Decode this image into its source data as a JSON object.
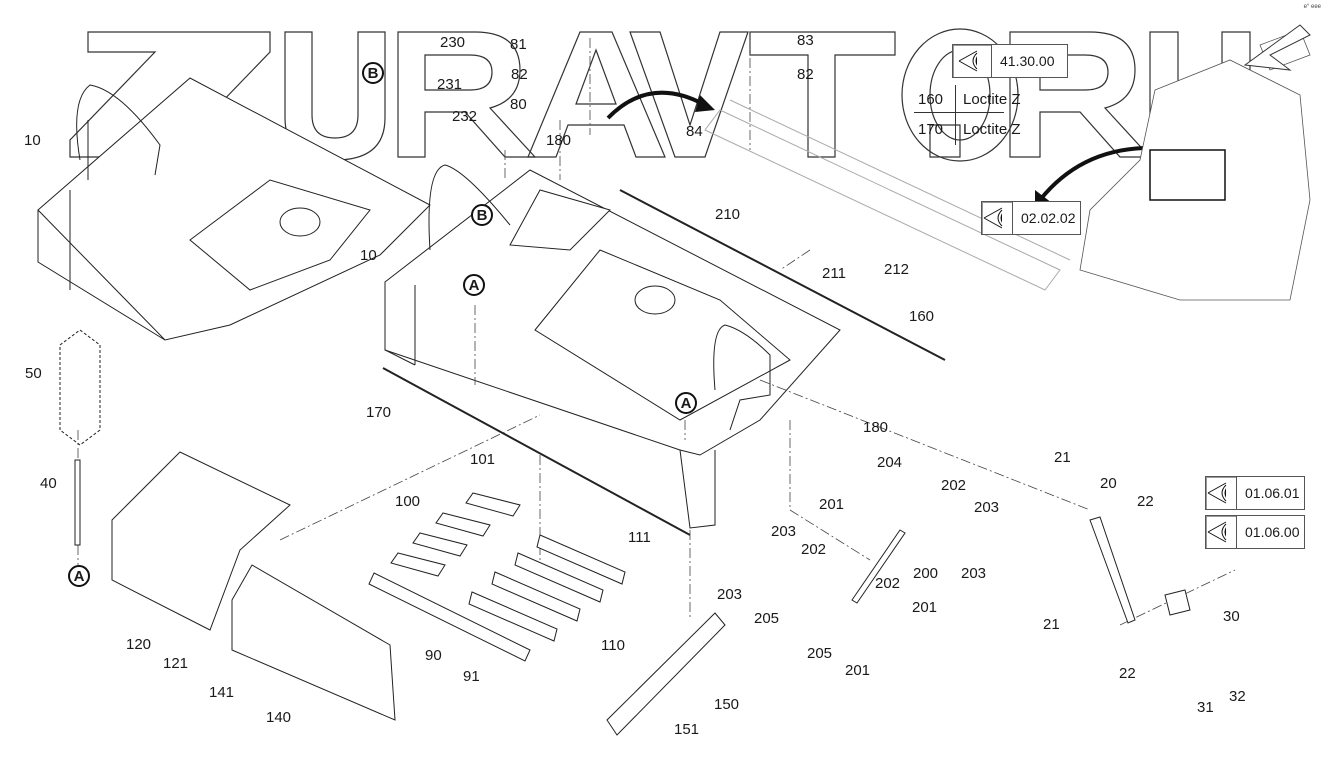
{
  "watermark": {
    "text": "ZURAVTO.RU"
  },
  "corner_mark": "e° eee",
  "reference_boxes": [
    {
      "id": "ref-41-30-00",
      "icon": "eye-icon",
      "code": "41.30.00"
    },
    {
      "id": "ref-02-02-02",
      "icon": "eye-icon",
      "code": "02.02.02"
    },
    {
      "id": "ref-01-06-01",
      "icon": "eye-icon",
      "code": "01.06.01"
    },
    {
      "id": "ref-01-06-00",
      "icon": "eye-icon",
      "code": "01.06.00"
    }
  ],
  "notes_table": [
    {
      "item": "160",
      "note": "Loctite Z"
    },
    {
      "item": "170",
      "note": "Loctite Z"
    }
  ],
  "detail_markers": {
    "a": "A",
    "b": "B"
  },
  "part_labels": {
    "p10a": "10",
    "p10b": "10",
    "p20": "20",
    "p21a": "21",
    "p21b": "21",
    "p22a": "22",
    "p22b": "22",
    "p30": "30",
    "p31": "31",
    "p32": "32",
    "p40": "40",
    "p50": "50",
    "p80": "80",
    "p81": "81",
    "p82a": "82",
    "p82b": "82",
    "p83": "83",
    "p84": "84",
    "p90": "90",
    "p91": "91",
    "p100": "100",
    "p101": "101",
    "p110": "110",
    "p111": "111",
    "p120": "120",
    "p121": "121",
    "p140": "140",
    "p141": "141",
    "p150": "150",
    "p151": "151",
    "p160": "160",
    "p170": "170",
    "p180a": "180",
    "p180b": "180",
    "p200": "200",
    "p201a": "201",
    "p201b": "201",
    "p201c": "201",
    "p202a": "202",
    "p202b": "202",
    "p202c": "202",
    "p203a": "203",
    "p203b": "203",
    "p203c": "203",
    "p203d": "203",
    "p204": "204",
    "p205a": "205",
    "p205b": "205",
    "p210": "210",
    "p211": "211",
    "p212": "212",
    "p230": "230",
    "p231": "231",
    "p232": "232"
  }
}
